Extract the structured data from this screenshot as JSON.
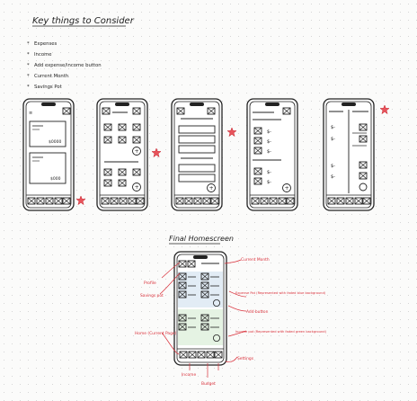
{
  "header": {
    "title": "Key things to Consider",
    "bullets": [
      "Expenses",
      "Income",
      "Add expense/income button",
      "Current Month",
      "Savings Pot"
    ]
  },
  "final": {
    "title": "Final Homescreen",
    "annotations": {
      "profile": "Profile",
      "savings_pot": "Savings pot",
      "home_current": "Home (Current Page)",
      "income_tab": "Income",
      "budget_tab": "Budget",
      "settings": "Settings",
      "current_month": "Current Month",
      "expense_pot": "Expense Pot (Represented with faded blue background)",
      "add_button": "Add button",
      "income_pot": "Income pot (Represented with faded green background)"
    }
  },
  "colors": {
    "ink": "#222222",
    "accent": "#d9303a",
    "expense_bg": "#dbe7f3",
    "income_bg": "#dff0dc"
  }
}
